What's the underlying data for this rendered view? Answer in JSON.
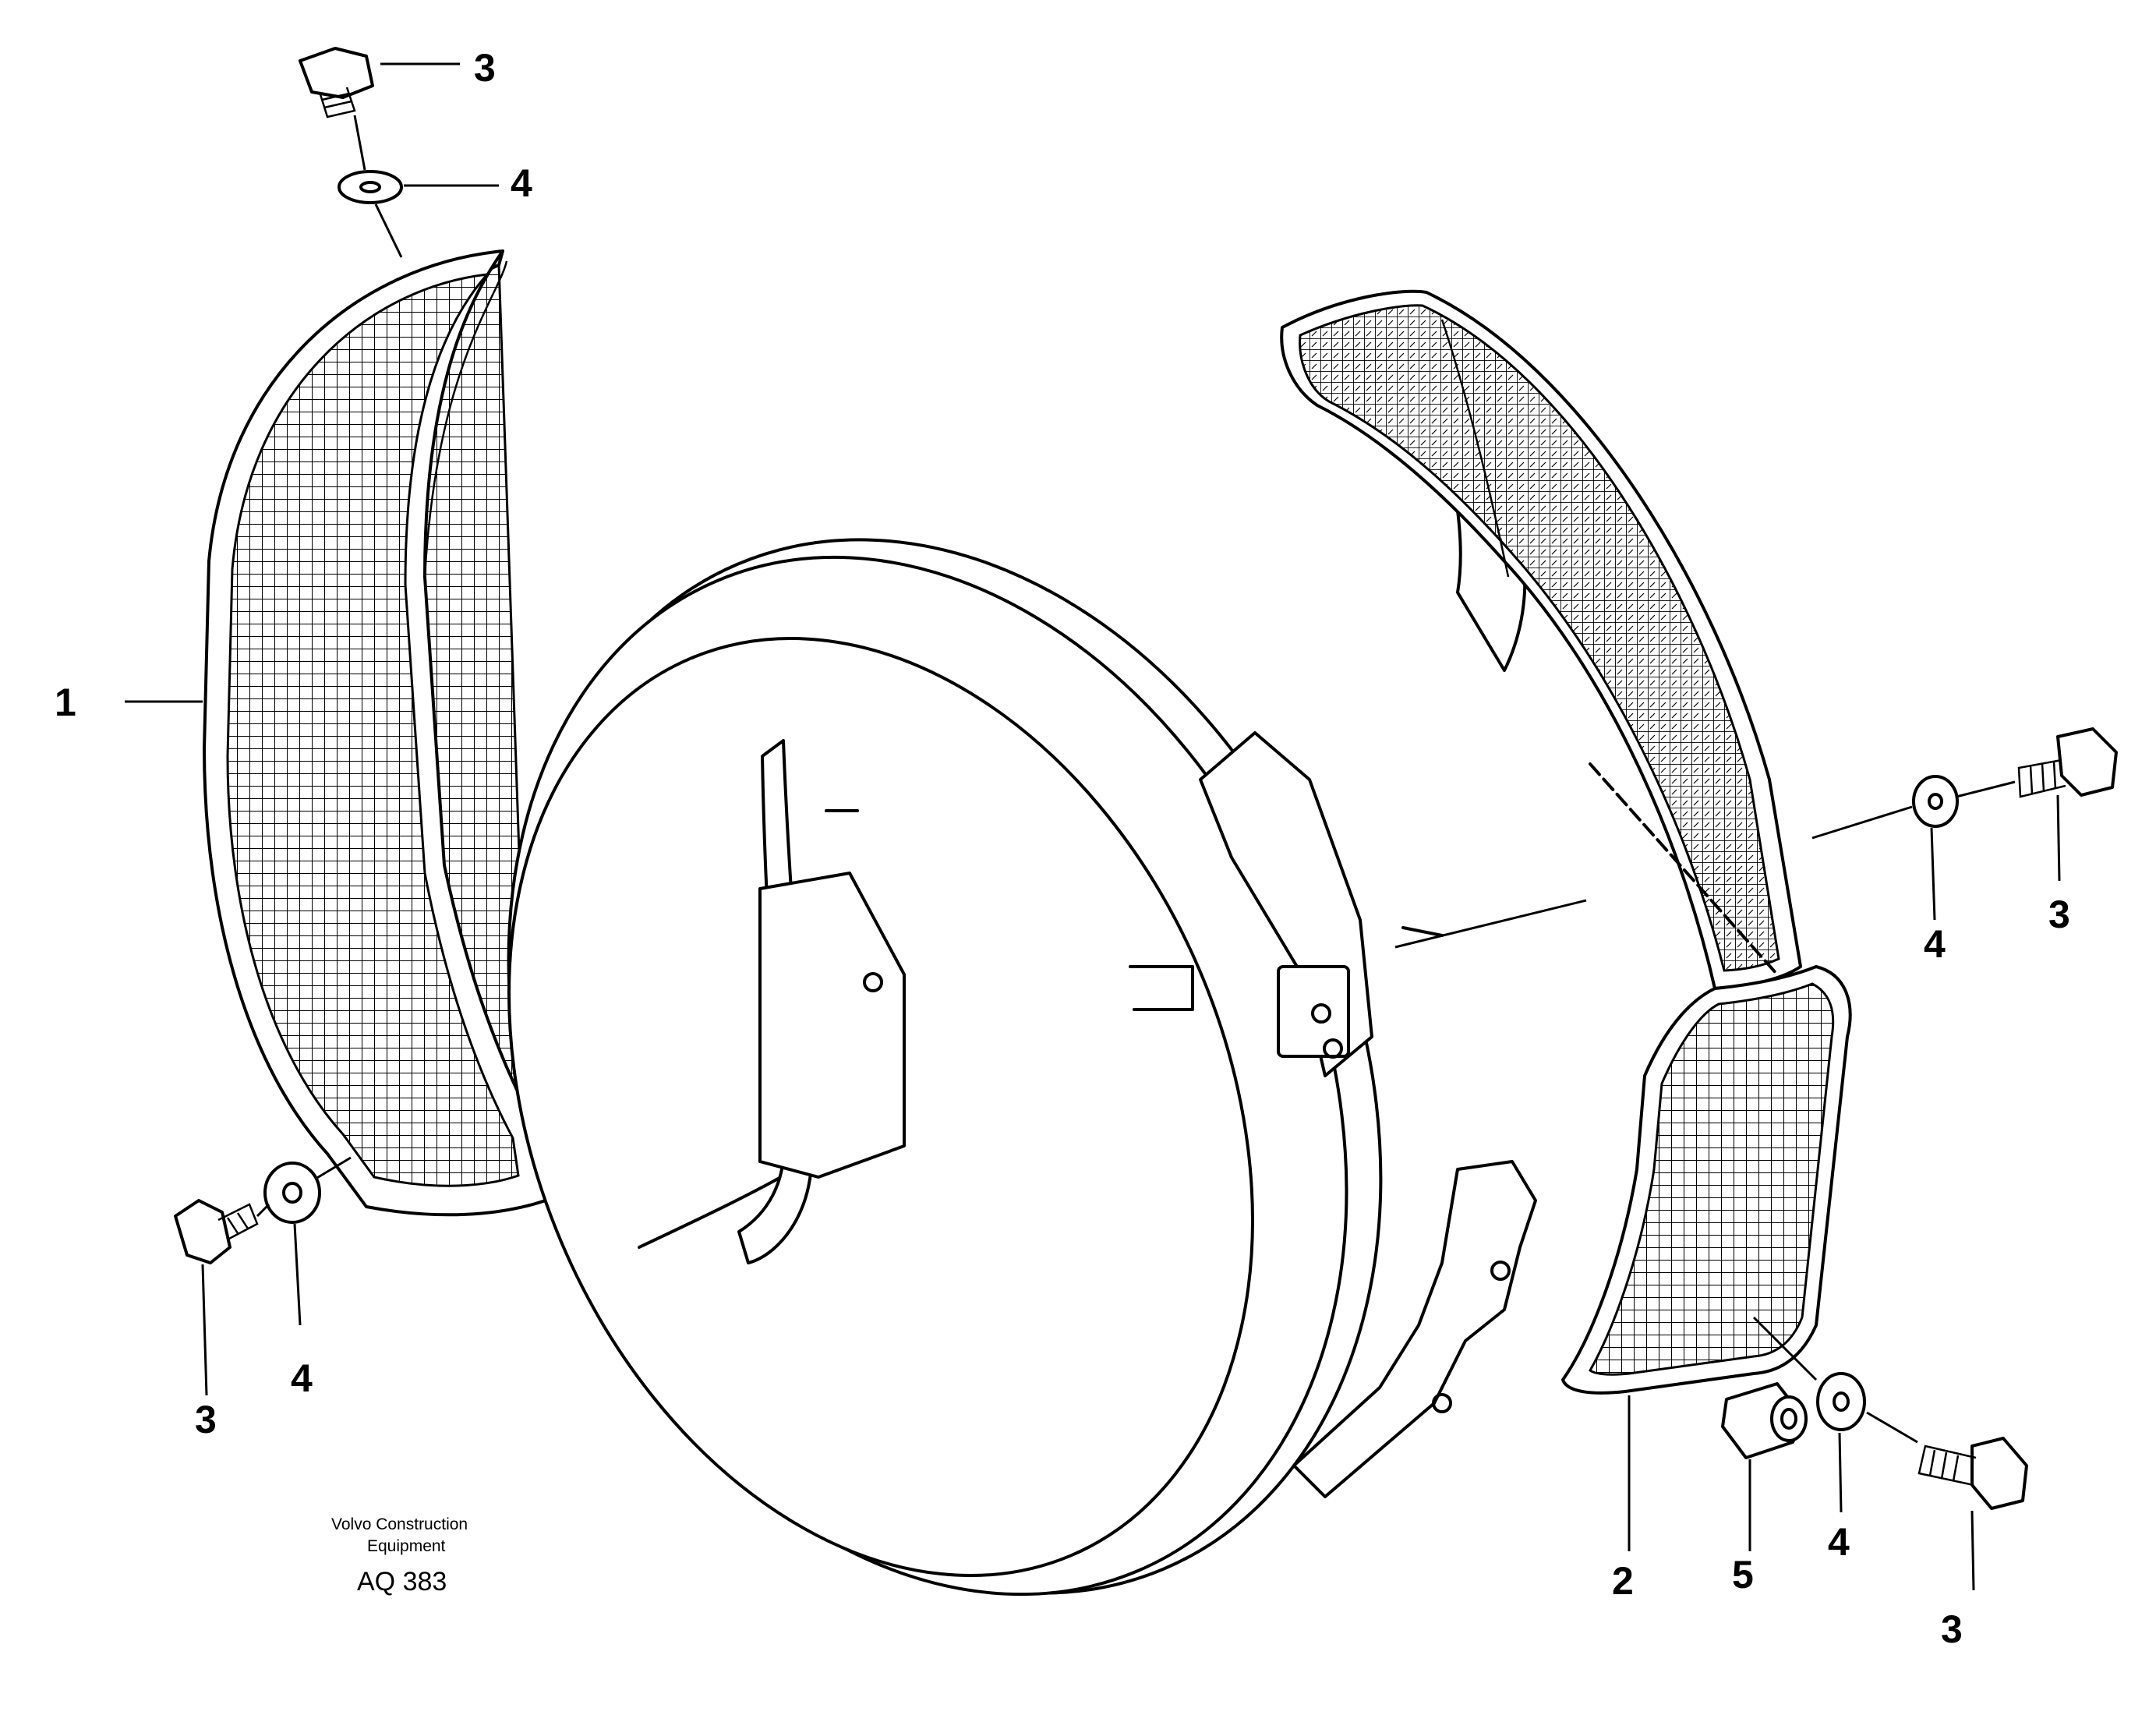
{
  "callouts": [
    {
      "id": "c1",
      "label": "1"
    },
    {
      "id": "c2",
      "label": "2"
    },
    {
      "id": "c3a",
      "label": "3"
    },
    {
      "id": "c3b",
      "label": "3"
    },
    {
      "id": "c3c",
      "label": "3"
    },
    {
      "id": "c3d",
      "label": "3"
    },
    {
      "id": "c4a",
      "label": "4"
    },
    {
      "id": "c4b",
      "label": "4"
    },
    {
      "id": "c4c",
      "label": "4"
    },
    {
      "id": "c4d",
      "label": "4"
    },
    {
      "id": "c5",
      "label": "5"
    }
  ],
  "caption": {
    "line1": "Volvo Construction",
    "line2": "Equipment",
    "code": "AQ 383"
  }
}
